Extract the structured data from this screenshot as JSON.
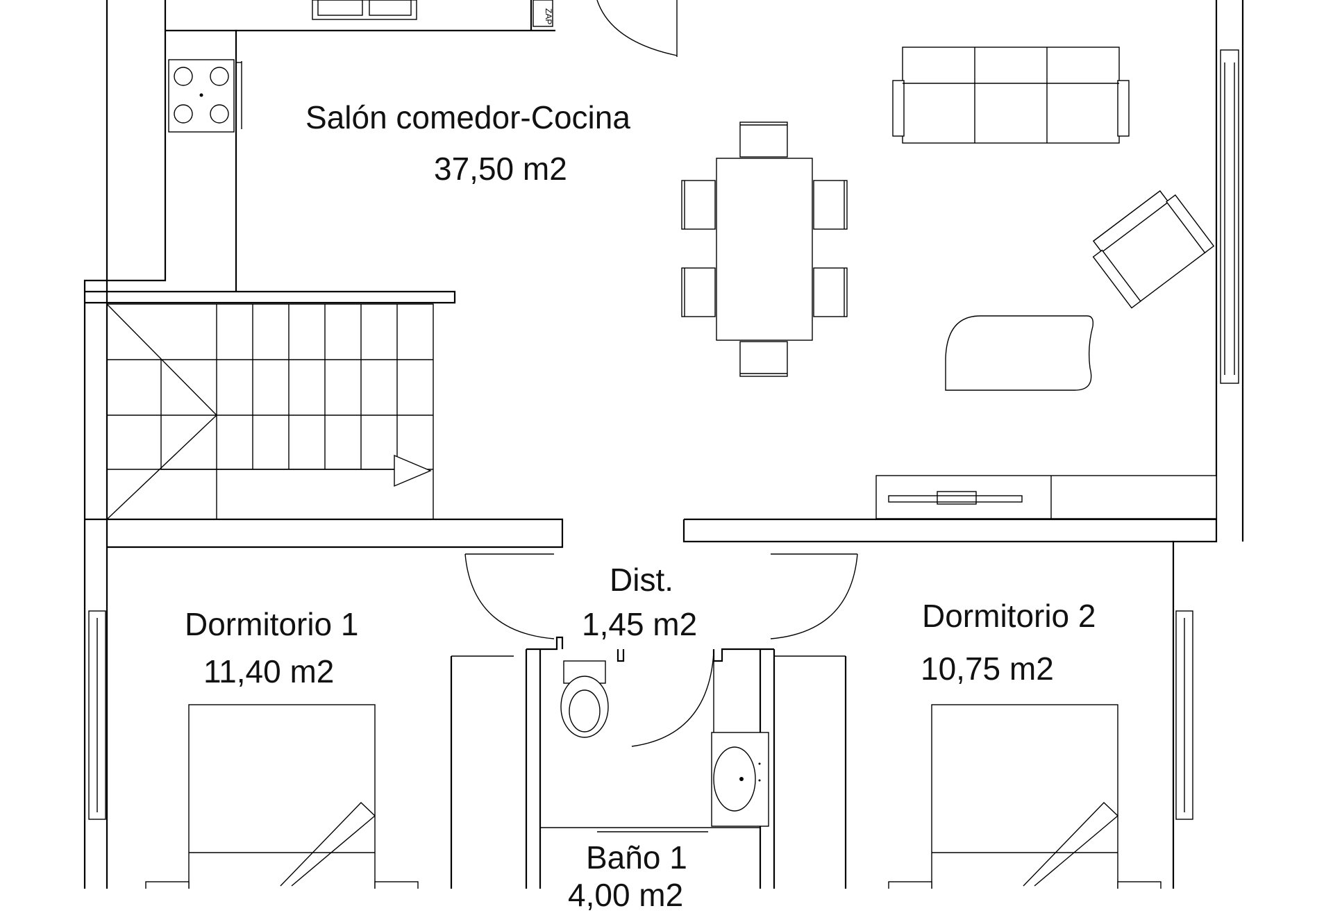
{
  "rooms": {
    "salon": {
      "name": "Salón comedor-Cocina",
      "area": "37,50 m2"
    },
    "dist": {
      "name": "Dist.",
      "area": "1,45 m2"
    },
    "dorm1": {
      "name": "Dormitorio 1",
      "area": "11,40 m2"
    },
    "dorm2": {
      "name": "Dormitorio 2",
      "area": "10,75 m2"
    },
    "bano1": {
      "name": "Baño 1",
      "area": "4,00 m2"
    }
  },
  "appliances": {
    "fridge_label": "ZAP"
  }
}
